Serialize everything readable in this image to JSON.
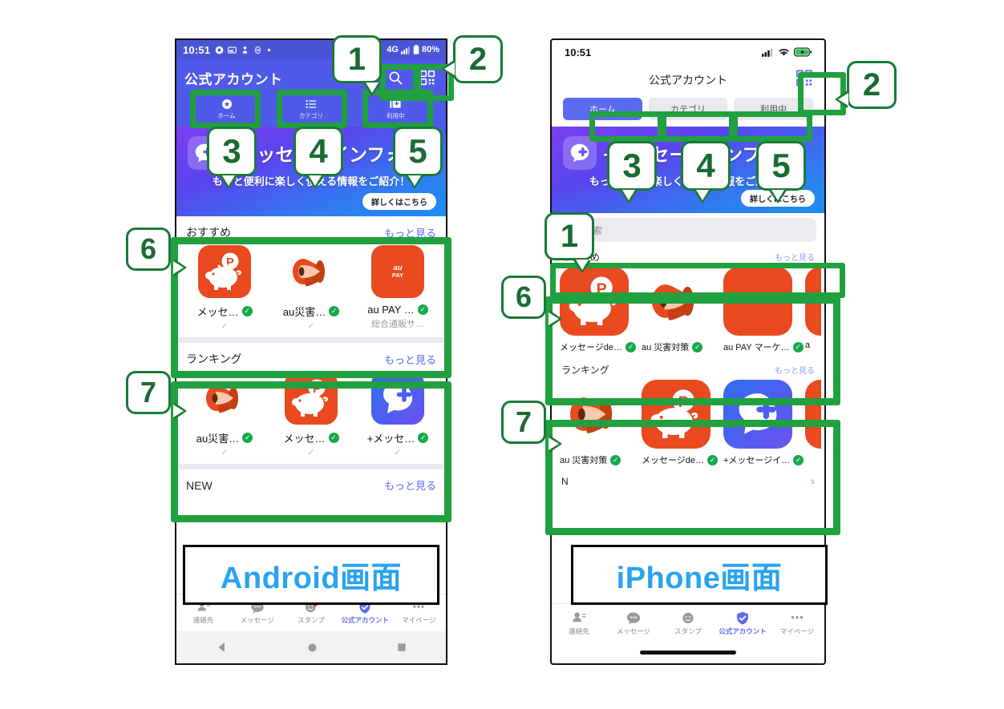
{
  "meta": {
    "accent_green": "#21a03f",
    "callout_border": "#1a7a37",
    "callout_text": "#1a6b33",
    "label_blue": "#29a3f0",
    "brand_indigo": "#5a6bf0"
  },
  "android": {
    "label": "Android画面",
    "status": {
      "time": "10:51",
      "battery": "80%",
      "network": "4G"
    },
    "appbar": {
      "title": "公式アカウント",
      "search_icon": "search-icon",
      "qr_icon": "qr-code-icon"
    },
    "tabs": [
      {
        "label": "ホーム",
        "icon": "star-badge-icon",
        "active": true
      },
      {
        "label": "カテゴリ",
        "icon": "list-icon",
        "active": false
      },
      {
        "label": "利用中",
        "icon": "subscribed-icon",
        "active": false
      }
    ],
    "banner": {
      "title": "+メッセージインフォ",
      "subtitle": "もっと便利に楽しく使える情報をご紹介！",
      "cta": "詳しくはこちら",
      "app_icon": "plus-message-icon"
    },
    "sections": [
      {
        "title": "おすすめ",
        "more": "もっと見る",
        "items": [
          {
            "name": "メッセ…",
            "desc": "",
            "check": "✓",
            "icon": "pig-point-icon",
            "verified": true
          },
          {
            "name": "au災害…",
            "desc": "",
            "check": "✓",
            "icon": "megaphone-icon",
            "verified": true
          },
          {
            "name": "au PAY …",
            "desc": "総合通販サ…",
            "check": "",
            "icon": "au-pay-market-icon",
            "verified": true
          }
        ]
      },
      {
        "title": "ランキング",
        "more": "もっと見る",
        "items": [
          {
            "name": "au災害…",
            "desc": "",
            "check": "✓",
            "icon": "megaphone-icon",
            "verified": true
          },
          {
            "name": "メッセ…",
            "desc": "",
            "check": "✓",
            "icon": "pig-point-icon",
            "verified": true
          },
          {
            "name": "+メッセ…",
            "desc": "",
            "check": "✓",
            "icon": "plus-message-icon",
            "verified": true
          }
        ]
      },
      {
        "title": "NEW",
        "more": "もっと見る",
        "items": []
      }
    ],
    "bottom_nav": [
      {
        "label": "連絡先",
        "icon": "contacts-icon",
        "active": false,
        "badge": false
      },
      {
        "label": "メッセージ",
        "icon": "message-icon",
        "active": false,
        "badge": false
      },
      {
        "label": "スタンプ",
        "icon": "sticker-icon",
        "active": false,
        "badge": true
      },
      {
        "label": "公式アカウント",
        "icon": "official-account-icon",
        "active": true,
        "badge": false
      },
      {
        "label": "マイページ",
        "icon": "more-icon",
        "active": false,
        "badge": false
      }
    ],
    "sysnav": [
      "back-icon",
      "home-icon",
      "recents-icon"
    ]
  },
  "iphone": {
    "label": "iPhone画面",
    "status": {
      "time": "10:51",
      "signal_icon": "cellular-icon",
      "wifi_icon": "wifi-icon",
      "battery_icon": "battery-charging-icon"
    },
    "nav": {
      "title": "公式アカウント",
      "qr_icon": "qr-code-icon"
    },
    "segments": [
      {
        "label": "ホーム",
        "active": true
      },
      {
        "label": "カテゴリ",
        "active": false
      },
      {
        "label": "利用中",
        "active": false
      }
    ],
    "banner": {
      "title": "+メッセージインフォ",
      "subtitle": "もっと便利に楽しく使える情報をご紹介！",
      "cta": "詳しくはこちら",
      "app_icon": "plus-message-icon"
    },
    "search": {
      "placeholder": "検索",
      "value": "",
      "icon": "search-icon"
    },
    "sections": [
      {
        "title": "おすすめ",
        "more": "もっと見る",
        "items": [
          {
            "name": "メッセージde…",
            "icon": "pig-point-icon",
            "verified": true
          },
          {
            "name": "au 災害対策",
            "icon": "megaphone-icon",
            "verified": true
          },
          {
            "name": "au PAY マーケ…",
            "icon": "au-pay-market-icon",
            "verified": true
          },
          {
            "name": "a",
            "icon": "partial-icon",
            "verified": false
          }
        ]
      },
      {
        "title": "ランキング",
        "more": "もっと見る",
        "items": [
          {
            "name": "au 災害対策",
            "icon": "megaphone-icon",
            "verified": true
          },
          {
            "name": "メッセージde…",
            "icon": "pig-point-icon",
            "verified": true
          },
          {
            "name": "+メッセージイ…",
            "icon": "plus-message-icon",
            "verified": true
          },
          {
            "name": "",
            "icon": "partial-icon",
            "verified": false
          }
        ]
      },
      {
        "title": "N",
        "more": "s",
        "items": []
      }
    ],
    "bottom_nav": [
      {
        "label": "連絡先",
        "icon": "contacts-icon",
        "active": false
      },
      {
        "label": "メッセージ",
        "icon": "message-icon",
        "active": false
      },
      {
        "label": "スタンプ",
        "icon": "sticker-icon",
        "active": false
      },
      {
        "label": "公式アカウント",
        "icon": "official-account-icon",
        "active": true
      },
      {
        "label": "マイページ",
        "icon": "more-icon",
        "active": false
      }
    ]
  },
  "callouts": {
    "a1": "1",
    "a2": "2",
    "a3": "3",
    "a4": "4",
    "a5": "5",
    "a6": "6",
    "a7": "7",
    "i1": "1",
    "i2": "2",
    "i3": "3",
    "i4": "4",
    "i5": "5",
    "i6": "6",
    "i7": "7"
  }
}
